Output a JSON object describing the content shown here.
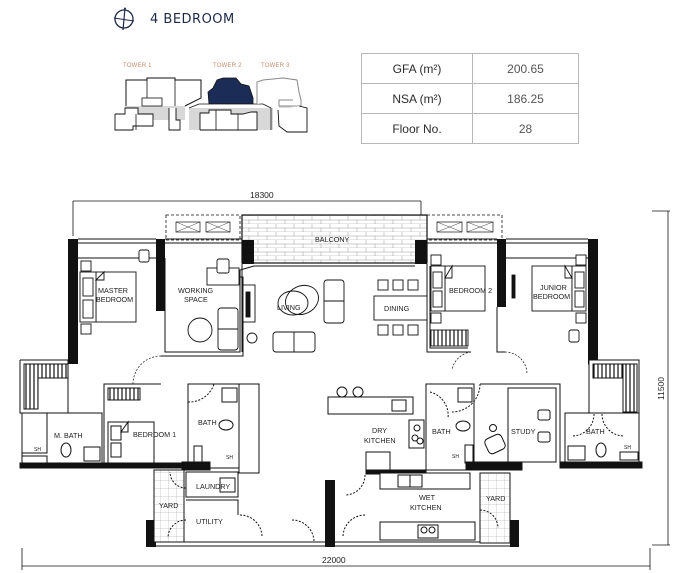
{
  "header": {
    "title": "4 BEDROOM",
    "compass_icon": "north-arrow-icon"
  },
  "keyplan": {
    "towers": [
      "TOWER 1",
      "TOWER 2",
      "TOWER 3"
    ],
    "highlight_tower": "TOWER 2",
    "highlight_color": "#1b2d56",
    "label_color": "#c98a6a"
  },
  "areas": [
    {
      "label": "GFA (m²)",
      "value": "200.65"
    },
    {
      "label": "NSA (m²)",
      "value": "186.25"
    },
    {
      "label": "Floor No.",
      "value": "28"
    }
  ],
  "dimensions": {
    "top_width": "18300",
    "bottom_width": "22000",
    "right_height": "11500"
  },
  "rooms": {
    "balcony": "BALCONY",
    "master_bedroom": [
      "MASTER",
      "BEDROOM"
    ],
    "working_space": [
      "WORKING",
      "SPACE"
    ],
    "living": "LIVING",
    "dining": "DINING",
    "bedroom2": "BEDROOM 2",
    "junior_bedroom": [
      "JUNIOR",
      "BEDROOM"
    ],
    "master_bath": "M. BATH",
    "bedroom1": "BEDROOM 1",
    "bath_left": "BATH",
    "laundry": "LAUNDRY",
    "yard_left": "YARD",
    "utility": "UTILITY",
    "dry_kitchen": [
      "DRY",
      "KITCHEN"
    ],
    "wet_kitchen": [
      "WET",
      "KITCHEN"
    ],
    "bath_mid": "BATH",
    "study": "STUDY",
    "bath_right": "BATH",
    "yard_right": "YARD",
    "shower": "SH"
  }
}
